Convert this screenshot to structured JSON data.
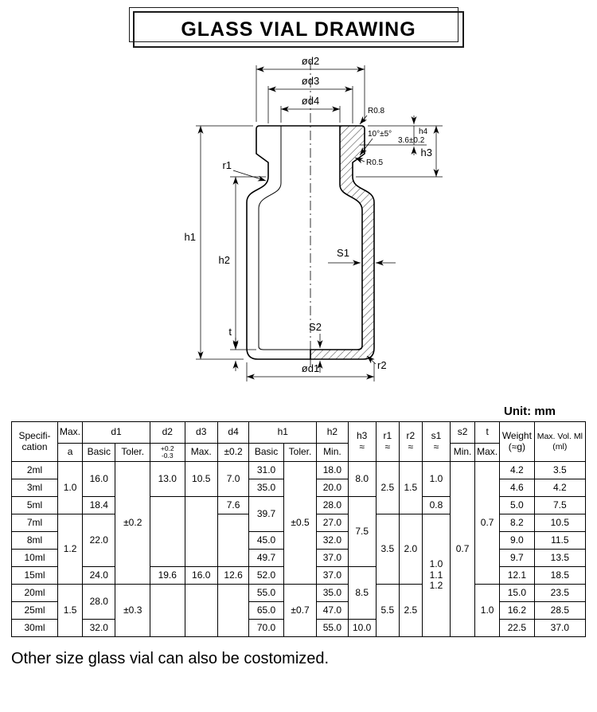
{
  "title": "GLASS VIAL DRAWING",
  "unit_label": "Unit: mm",
  "footer_note": "Other size glass vial can also be costomized.",
  "drawing": {
    "dim_labels": {
      "d2": "ød2",
      "d3": "ød3",
      "d4": "ød4",
      "d1": "ød1",
      "h1": "h1",
      "h2": "h2",
      "h3": "h3",
      "h4": "h4",
      "h4_value": "3.6±0.2",
      "taper_angle": "10°±5°",
      "radius_top": "R0.8",
      "radius_under": "R0.5",
      "r1": "r1",
      "r2": "r2",
      "s1": "S1",
      "s2": "S2",
      "t": "t"
    }
  },
  "table": {
    "headers": {
      "spec_l1": "Specifi-",
      "spec_l2": "cation",
      "max_label": "Max.",
      "a_label": "a",
      "d1": "d1",
      "d1_basic": "Basic",
      "d1_toler": "Toler.",
      "d2": "d2",
      "d2_tol_plus": "+0.2",
      "d2_tol_minus": "-0.3",
      "d3": "d3",
      "d3_sub": "Max.",
      "d4": "d4",
      "d4_sub": "±0.2",
      "h1": "h1",
      "h1_basic": "Basic",
      "h1_toler": "Toler.",
      "h2": "h2",
      "h2_sub": "Min.",
      "h3": "h3",
      "h3_sub": "≈",
      "r1": "r1",
      "r1_sub": "≈",
      "r2": "r2",
      "r2_sub": "≈",
      "s1": "s1",
      "s1_sub": "≈",
      "s2": "s2",
      "s2_sub": "Min.",
      "t": "t",
      "t_sub": "Max.",
      "weight_l1": "Weight",
      "weight_l2": "(≈g)",
      "vol_l1": "Max. Vol. Ml",
      "vol_l2": "(ml)"
    },
    "specs": [
      "2ml",
      "3ml",
      "5ml",
      "7ml",
      "8ml",
      "10ml",
      "15ml",
      "20ml",
      "25ml",
      "30ml"
    ],
    "a": [
      "1.0",
      "1.2",
      "1.5"
    ],
    "d1_basic": [
      "16.0",
      "18.4",
      "22.0",
      "24.0",
      "28.0",
      "32.0"
    ],
    "d1_toler": [
      "±0.2",
      "±0.3"
    ],
    "d2": [
      "13.0",
      "19.6"
    ],
    "d3": [
      "10.5",
      "16.0"
    ],
    "d4": [
      "7.0",
      "7.6",
      "12.6"
    ],
    "h1_basic": [
      "31.0",
      "35.0",
      "39.7",
      "45.0",
      "49.7",
      "52.0",
      "55.0",
      "65.0",
      "70.0"
    ],
    "h1_toler": [
      "±0.5",
      "±0.7"
    ],
    "h2": [
      "18.0",
      "20.0",
      "28.0",
      "27.0",
      "32.0",
      "37.0",
      "37.0",
      "35.0",
      "47.0",
      "55.0"
    ],
    "h3": [
      "8.0",
      "7.5",
      "8.5",
      "10.0"
    ],
    "r1": [
      "2.5",
      "3.5",
      "5.5"
    ],
    "r2": [
      "1.5",
      "2.0",
      "2.5"
    ],
    "s1": [
      "1.0",
      "0.8"
    ],
    "s1_multi": [
      "1.0",
      "1.1",
      "1.2"
    ],
    "s2": "0.7",
    "t": [
      "0.7",
      "1.0"
    ],
    "weight": [
      "4.2",
      "4.6",
      "5.0",
      "8.2",
      "9.0",
      "9.7",
      "12.1",
      "15.0",
      "16.2",
      "22.5"
    ],
    "vol": [
      "3.5",
      "4.2",
      "7.5",
      "10.5",
      "11.5",
      "13.5",
      "18.5",
      "23.5",
      "28.5",
      "37.0"
    ]
  }
}
